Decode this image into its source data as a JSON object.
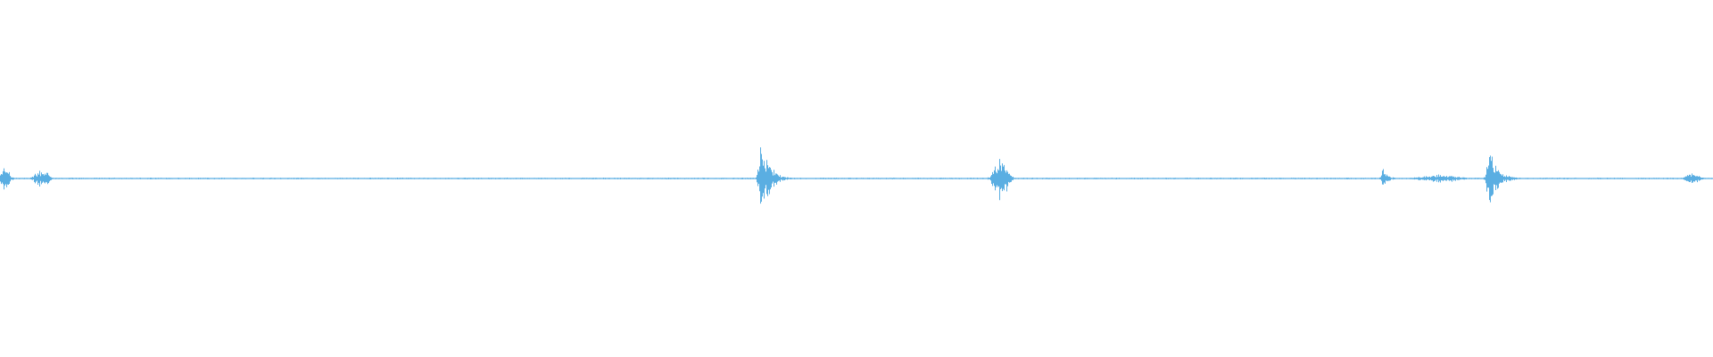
{
  "waveform": {
    "color": "#5aaee2",
    "background": "#ffffff",
    "baseline_amplitude": 0.004,
    "bursts": [
      {
        "position": 0.002,
        "amplitude": 0.09,
        "width": 0.006,
        "decay": "left"
      },
      {
        "position": 0.024,
        "amplitude": 0.06,
        "width": 0.01,
        "decay": "center"
      },
      {
        "position": 0.4445,
        "amplitude": 0.29,
        "width": 0.012,
        "decay": "right"
      },
      {
        "position": 0.584,
        "amplitude": 0.14,
        "width": 0.01,
        "decay": "center"
      },
      {
        "position": 0.807,
        "amplitude": 0.07,
        "width": 0.008,
        "decay": "right"
      },
      {
        "position": 0.84,
        "amplitude": 0.025,
        "width": 0.03,
        "decay": "center"
      },
      {
        "position": 0.8695,
        "amplitude": 0.19,
        "width": 0.014,
        "decay": "right"
      },
      {
        "position": 0.988,
        "amplitude": 0.035,
        "width": 0.01,
        "decay": "center"
      }
    ]
  }
}
